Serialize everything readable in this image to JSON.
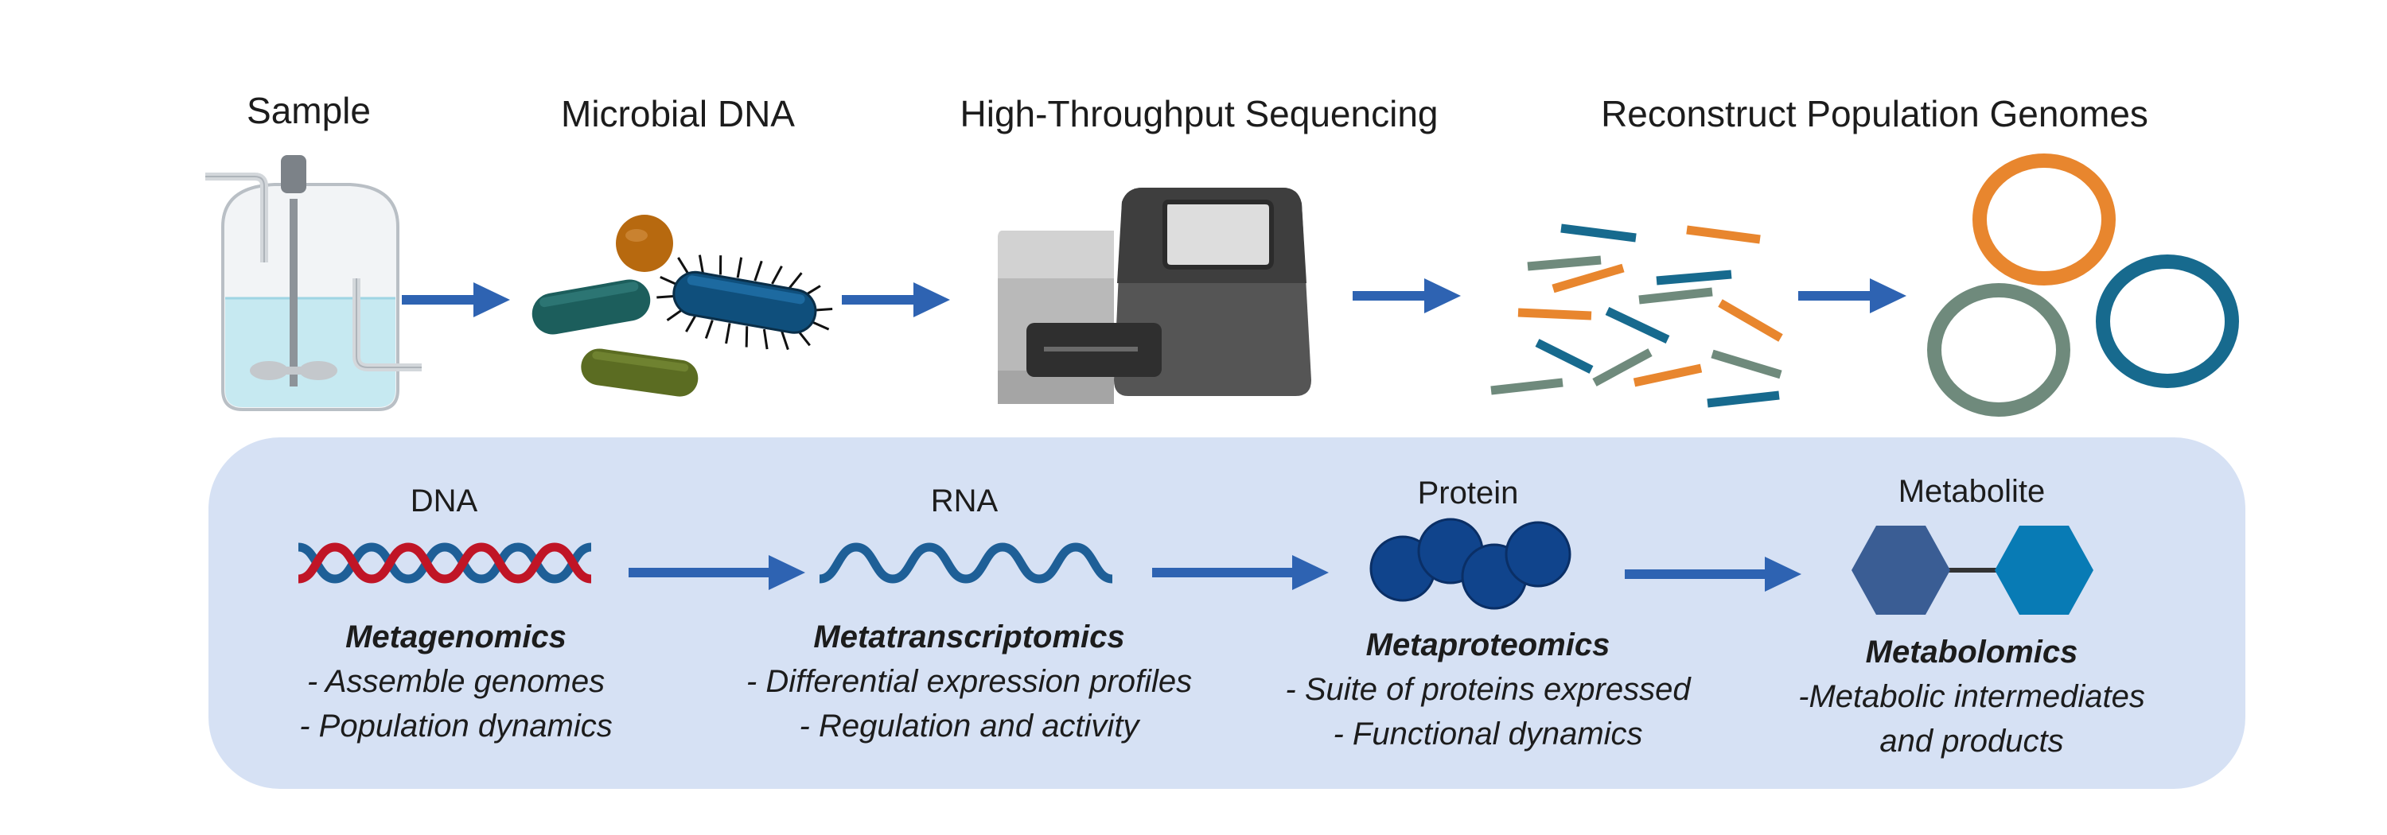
{
  "workflow": {
    "steps": [
      {
        "title": "Sample",
        "icon": "bioreactor-icon"
      },
      {
        "title": "Microbial DNA",
        "icon": "bacteria-icon"
      },
      {
        "title": "High-Throughput Sequencing",
        "icon": "sequencer-icon"
      },
      {
        "title": "Reconstruct Population Genomes",
        "icon": "genome-circles-icon"
      }
    ],
    "read_fragment_colors": [
      "#176a8e",
      "#e8862e",
      "#6f8a7c"
    ]
  },
  "omics": [
    {
      "molecule": "DNA",
      "name": "Metagenomics",
      "lines": [
        "- Assemble genomes",
        "- Population dynamics"
      ],
      "icon": "dna-helix-icon"
    },
    {
      "molecule": "RNA",
      "name": "Metatranscriptomics",
      "lines": [
        "- Differential expression profiles",
        "- Regulation and activity"
      ],
      "icon": "rna-strand-icon"
    },
    {
      "molecule": "Protein",
      "name": "Metaproteomics",
      "lines": [
        "- Suite of proteins expressed",
        "- Functional dynamics"
      ],
      "icon": "protein-icon"
    },
    {
      "molecule": "Metabolite",
      "name": "Metabolomics",
      "lines": [
        "-Metabolic intermediates",
        "and products"
      ],
      "icon": "metabolite-icon"
    }
  ],
  "colors": {
    "arrow": "#2e63b2",
    "panel": "#d6e1f4",
    "genome_orange": "#e8862e",
    "genome_teal": "#176a8e",
    "genome_gray": "#6f8a7c"
  }
}
